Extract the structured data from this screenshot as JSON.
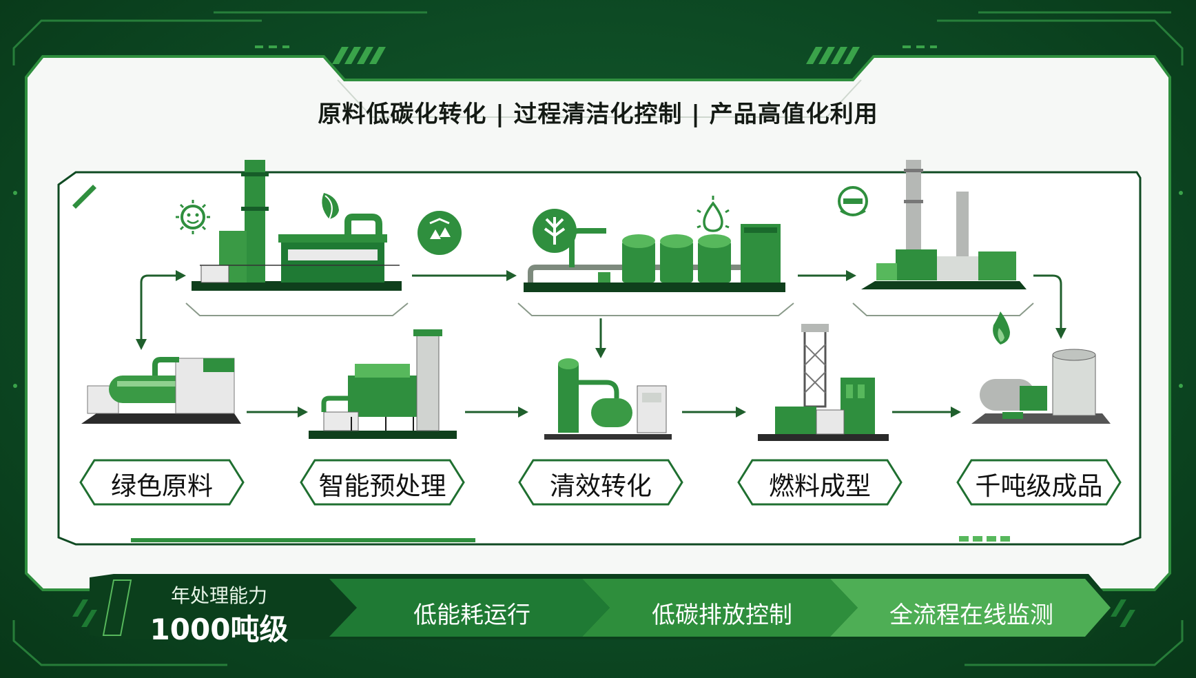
{
  "headline": "原料低碳化转化 | 过程清洁化控制 | 产品高值化利用",
  "stages": [
    "绿色原料",
    "智能预处理",
    "清效转化",
    "燃料成型",
    "千吨级成品"
  ],
  "capacity": {
    "label": "年处理能力",
    "value": "1000吨级"
  },
  "features": [
    "低能耗运行",
    "低碳排放控制",
    "全流程在线监测"
  ],
  "colors": {
    "dark_green": "#0d4a24",
    "primary_green": "#2f8f3e",
    "light_green": "#57b85c",
    "panel": "#ffffff"
  },
  "icons": [
    "sun-face-icon",
    "leaf-icon",
    "recycle-icon",
    "tree-icon",
    "water-drop-icon",
    "globe-icon",
    "flame-leaf-icon"
  ]
}
